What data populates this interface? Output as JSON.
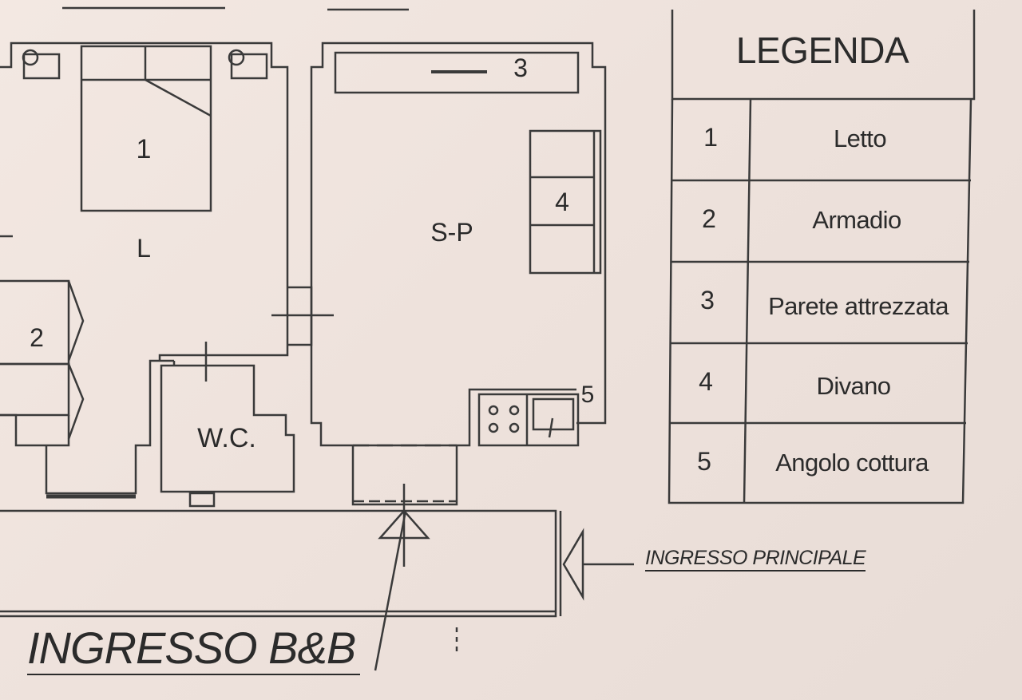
{
  "rooms": {
    "bedroom": "L",
    "living": "S-P",
    "bathroom": "W.C."
  },
  "markers": {
    "bed": "1",
    "wardrobe": "2",
    "wall_unit": "3",
    "sofa": "4",
    "kitchen": "5"
  },
  "legend": {
    "title": "LEGENDA",
    "items": [
      {
        "num": "1",
        "label": "Letto"
      },
      {
        "num": "2",
        "label": "Armadio"
      },
      {
        "num": "3",
        "label": "Parete attrezzata"
      },
      {
        "num": "4",
        "label": "Divano"
      },
      {
        "num": "5",
        "label": "Angolo cottura"
      }
    ]
  },
  "entrances": {
    "main": "INGRESSO PRINCIPALE",
    "bb": "INGRESSO B&B"
  }
}
